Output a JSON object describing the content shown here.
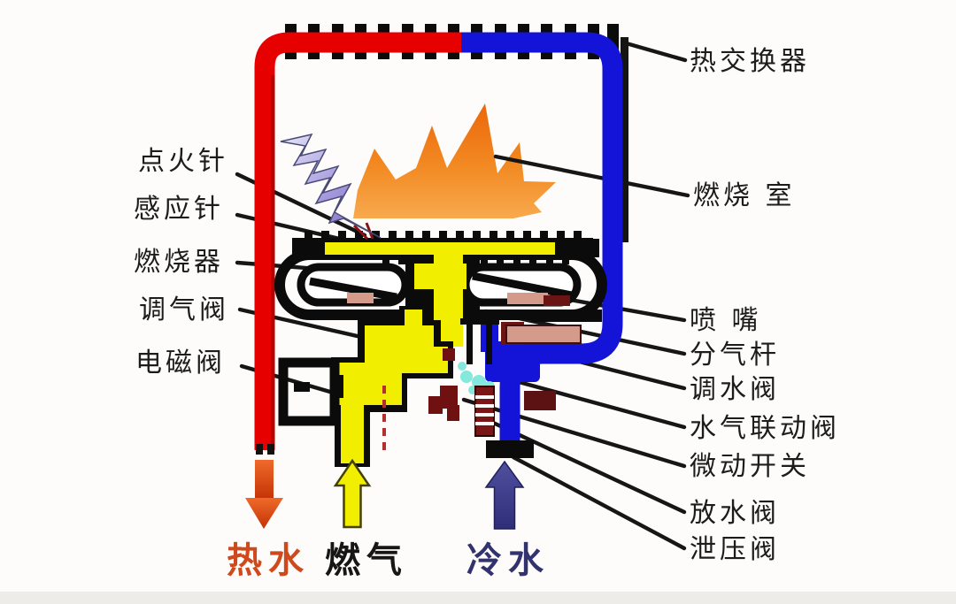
{
  "labels": {
    "heat_exchanger": "热交换器",
    "combustion_chamber": "燃烧 室",
    "ignition_needle": "点火针",
    "flame_sensor_needle": "感应针",
    "burner": "燃烧器",
    "gas_regulating_valve": "调气阀",
    "solenoid_valve": "电磁阀",
    "nozzle": "喷 嘴",
    "gas_distribution_rod": "分气杆",
    "water_regulating_valve": "调水阀",
    "water_gas_linkage_valve": "水气联动阀",
    "micro_switch": "微动开关",
    "drain_valve": "放水阀",
    "pressure_relief_valve": "泄压阀"
  },
  "flows": [
    {
      "label": "热水",
      "direction": "down",
      "color": "#ce4a1c"
    },
    {
      "label": "燃气",
      "direction": "up",
      "color": "#161616"
    },
    {
      "label": "冷水",
      "direction": "up",
      "color": "#32326e"
    }
  ],
  "colors": {
    "hot_water_pipe": "#e60000",
    "cold_water_pipe": "#1414d8",
    "gas_parts_yellow": "#f2ee00",
    "flame_orange": "#f07d15",
    "spark_purple": "#7668c0",
    "linkage_cyan": "#84e8dc",
    "outline_black": "#0b0b0b"
  }
}
